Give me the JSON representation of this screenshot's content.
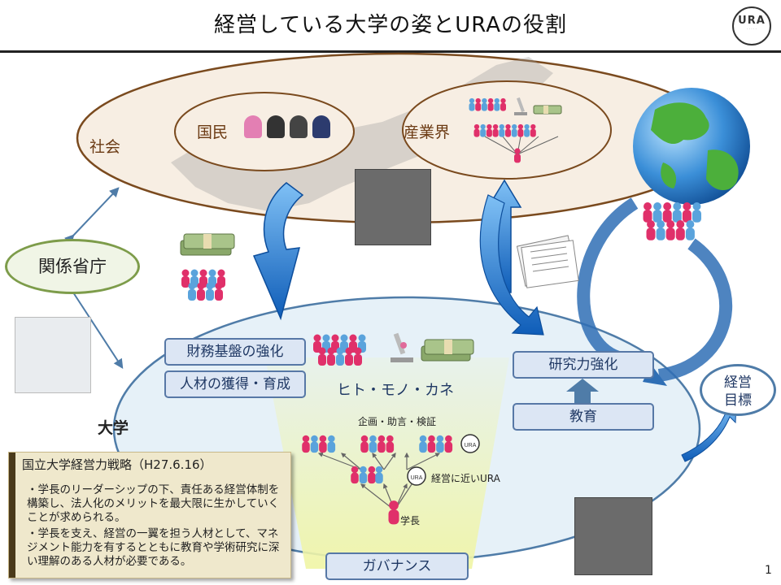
{
  "title": "経営している大学の姿とURAの役割",
  "logo": {
    "text": "URA"
  },
  "society": {
    "label": "社会",
    "citizens_label": "国民",
    "industry_label": "産業界"
  },
  "government_label": "関係省庁",
  "university": {
    "label": "大学",
    "finance_box": "財務基盤の強化",
    "talent_box": "人材の獲得・育成",
    "resources_label": "ヒト・モノ・カネ",
    "research_box": "研究力強化",
    "education_box": "教育",
    "governance_box": "ガバナンス",
    "planning_label": "企画・助言・検証",
    "ura_label": "経営に近いURA",
    "president_label": "学長",
    "ura_badge": "URA"
  },
  "goal_label": "経営\n目標",
  "strategy": {
    "heading": "国立大学経営力戦略（H27.6.16）",
    "bullet1": "・学長のリーダーシップの下、責任ある経営体制を構築し、法人化のメリットを最大限に生かしていくことが求められる。",
    "bullet2": "・学長を支え、経営の一翼を担う人材として、マネジメント能力を有するとともに教育や学術研究に深い理解のある人材が必要である。"
  },
  "page_number": "1",
  "colors": {
    "society_fill": "#f7eee3",
    "society_stroke": "#7a4a1e",
    "university_fill": "#e6f1f8",
    "university_stroke": "#4f7ca8",
    "arrow_blue": "#1b6fc9",
    "figure_pink": "#e0306a",
    "figure_blue": "#5aa3dc",
    "money_green": "#8aa86a",
    "governance_glow": "#f0f5a8"
  },
  "icons": [
    "globe-icon",
    "money-icon",
    "people-group-icon",
    "microscope-icon",
    "document-stack-icon",
    "person-icon"
  ]
}
